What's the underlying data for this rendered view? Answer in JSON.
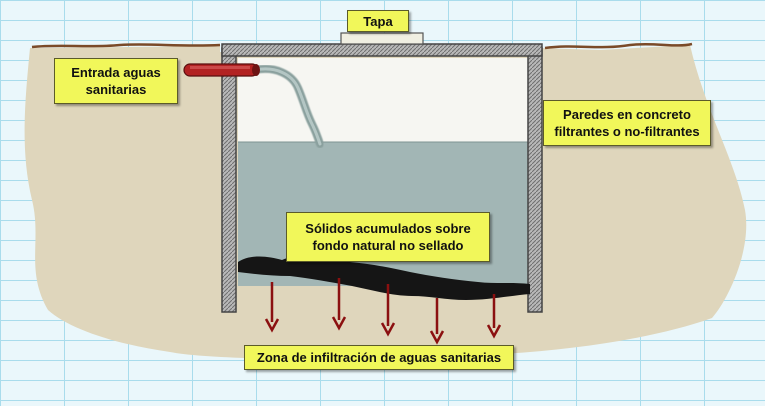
{
  "labels": {
    "lid": "Tapa",
    "inlet_line1": "Entrada aguas",
    "inlet_line2": "sanitarias",
    "walls_line1": "Paredes en concreto",
    "walls_line2": "filtrantes o no-filtrantes",
    "solids_line1": "Sólidos acumulados sobre",
    "solids_line2": "fondo natural no sellado",
    "infiltration": "Zona de infiltración de aguas sanitarias"
  },
  "colors": {
    "soil": "#dfd6bc",
    "ground_line": "#7a4a28",
    "water": "#a2b6b5",
    "wall": "#9a9a9a",
    "pipe": "#b22222",
    "sludge": "#151515",
    "arrow": "#8b1010",
    "label_fill": "#f1f75a"
  }
}
